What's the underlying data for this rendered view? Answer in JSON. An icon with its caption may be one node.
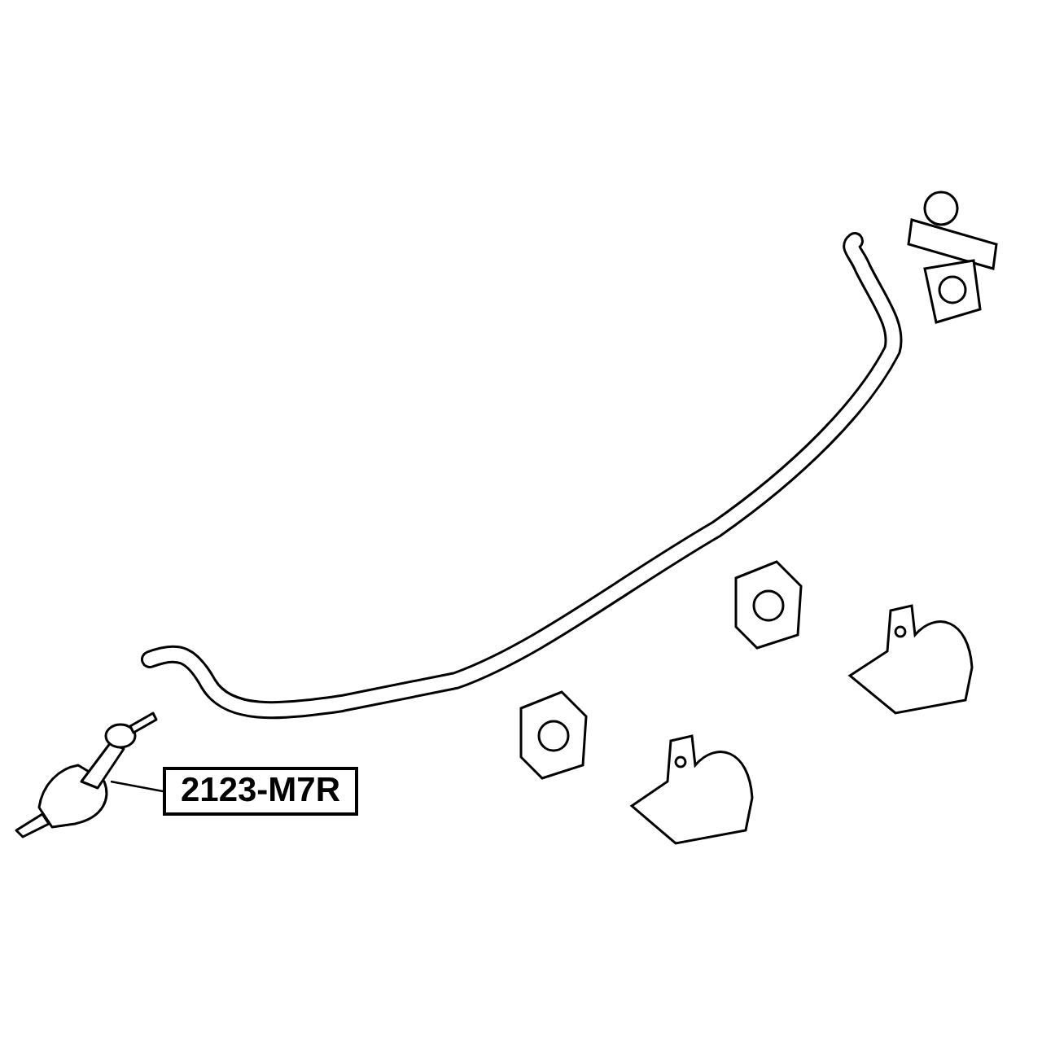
{
  "diagram": {
    "nodes": [
      {
        "text": [
          "2123-M7R"
        ]
      },
      {
        "text": [],
        "shape": "picture"
      }
    ],
    "edges": [
      {
        "from": 0,
        "to": 1,
        "arrow": "none"
      }
    ]
  }
}
